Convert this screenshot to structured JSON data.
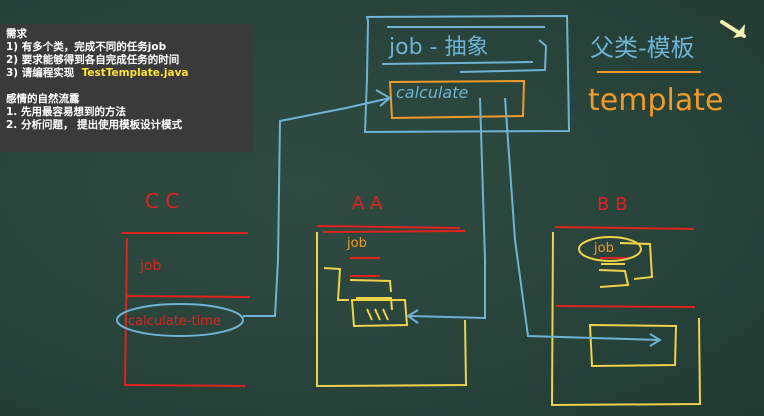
{
  "notes": {
    "heading": "需求",
    "items": [
      "1) 有多个类，完成不同的任务job",
      "2) 要求能够得到各自完成任务的时间",
      "3) 请编程实现"
    ],
    "file_name": "TestTemplate.java",
    "flow_heading": "感情的自然流露",
    "flow_items": [
      "1. 先用最容易想到的方法",
      "2. 分析问题， 提出使用模板设计模式"
    ]
  },
  "drawing": {
    "abstract_class_label": "job - 抽象",
    "calculate_label": "calculate",
    "title_cn": "父类-模板",
    "title_en": "template",
    "class_c_label": "C C",
    "class_a_label": "A A",
    "class_b_label": "B B",
    "job_label_c": "job",
    "job_label_a": "job",
    "job_label_b": "job",
    "calculate_time_label": "calculate-time",
    "colors": {
      "blue": "#6fb2d4",
      "red": "#e0231e",
      "orange": "#f19a2a",
      "yellow": "#f0d24a",
      "note_bg": "#3a3a3a"
    }
  }
}
